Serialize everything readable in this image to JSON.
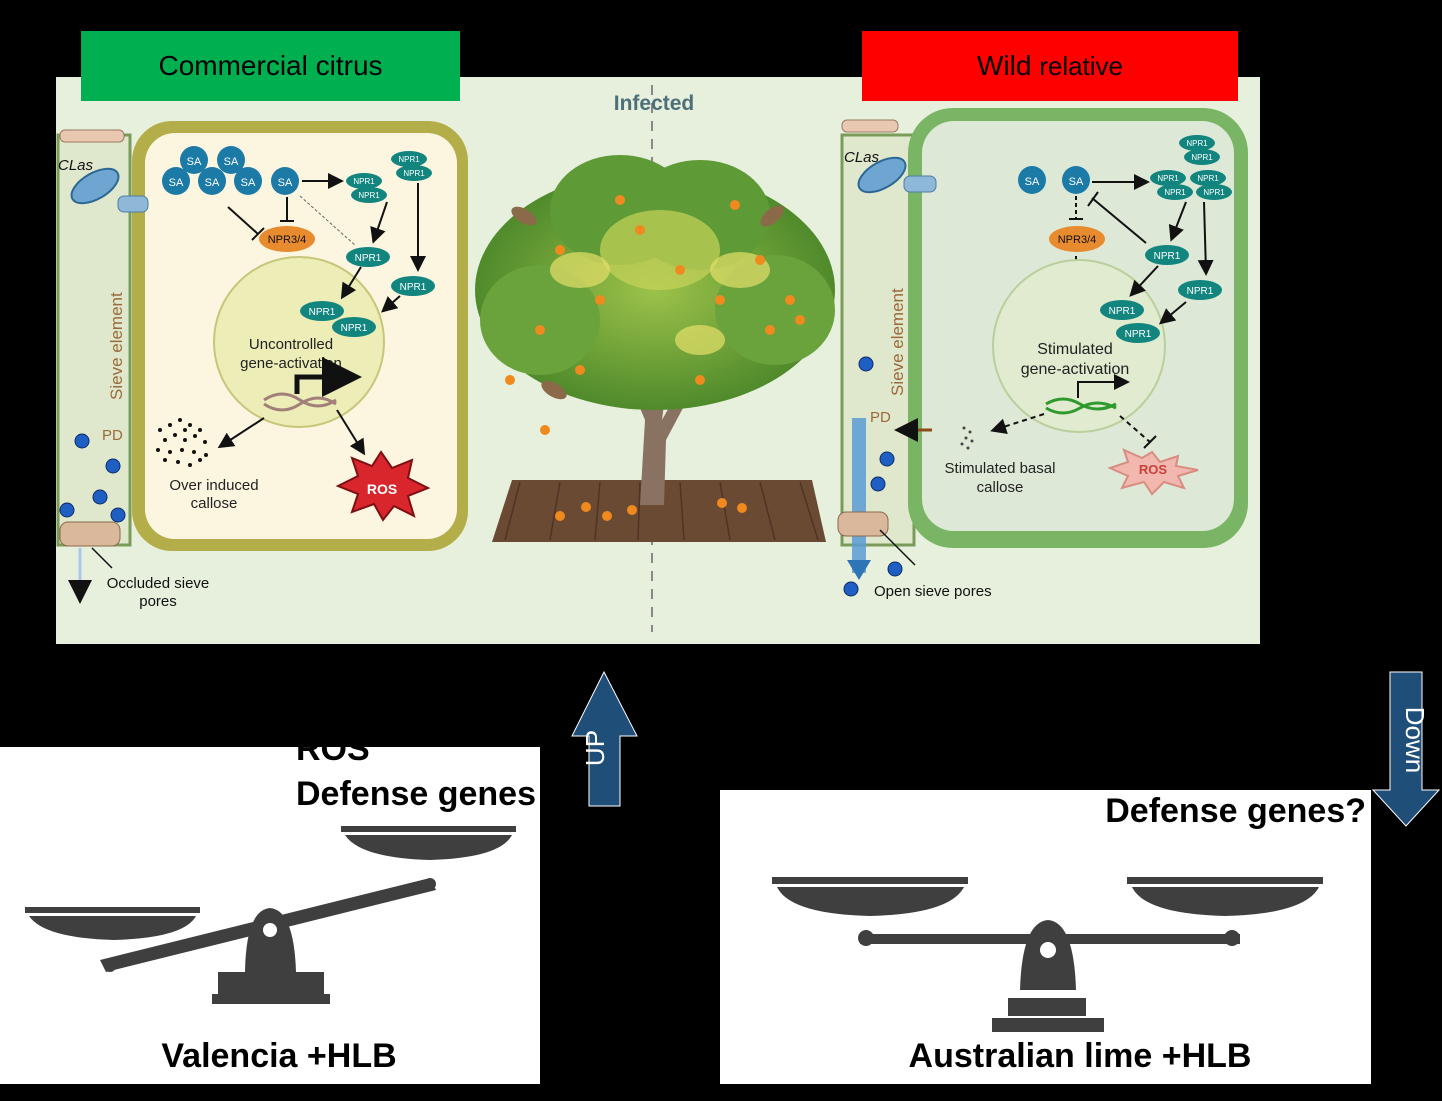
{
  "header_left": "Commercial citrus",
  "header_right_main": "Wild",
  "header_right_small": "relative",
  "center_label": "Infected",
  "left_cell": {
    "clas": "CLas",
    "sieve_element": "Sieve element",
    "sa": "SA",
    "npr34": "NPR3/4",
    "npr1": "NPR1",
    "nucleus_line1": "Uncontrolled",
    "nucleus_line2": "gene-activation",
    "ros": "ROS",
    "pd": "PD",
    "callose_line1": "Over induced",
    "callose_line2": "callose",
    "pores_line1": "Occluded sieve",
    "pores_line2": "pores"
  },
  "right_cell": {
    "clas": "CLas",
    "sieve_element": "Sieve element",
    "sa": "SA",
    "npr34": "NPR3/4",
    "npr1": "NPR1",
    "nucleus_line1": "Stimulated",
    "nucleus_line2": "gene-activation",
    "ros": "ROS",
    "pd": "PD",
    "callose_line1": "Stimulated basal",
    "callose_line2": "callose",
    "pores": "Open sieve pores"
  },
  "arrow_up": "UP",
  "arrow_down": "Down",
  "left_balance": {
    "text_ros": "ROS",
    "text_genes": "Defense genes",
    "caption": "Valencia +HLB"
  },
  "right_balance": {
    "text_genes": "Defense genes?",
    "caption": "Australian lime +HLB"
  },
  "colors": {
    "green_header": "#00b050",
    "red_header": "#ff0000",
    "panel_bg": "#e6f0dc",
    "arrow_blue": "#1f4e79",
    "npr1_teal": "#12857f",
    "sa_blue": "#1c7aa6",
    "npr34_orange": "#e88a2e",
    "scale_gray": "#3f3f3f"
  }
}
